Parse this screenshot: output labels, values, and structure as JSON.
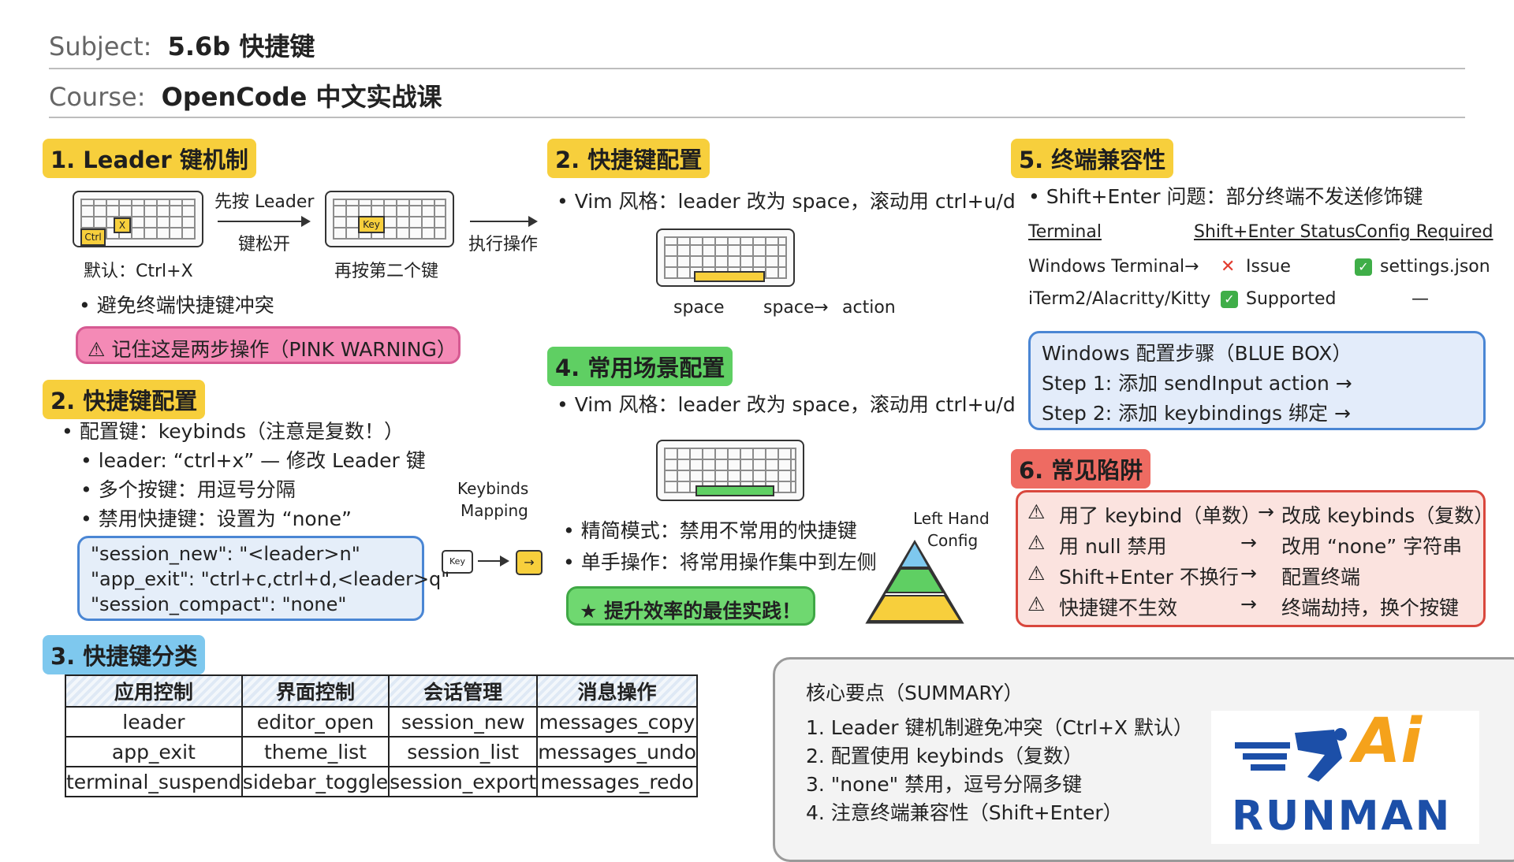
{
  "header": {
    "subject_label": "Subject:",
    "subject_value": "5.6b 快捷键",
    "course_label": "Course:",
    "course_value": "OpenCode 中文实战课"
  },
  "s1": {
    "title": "1. Leader 键机制",
    "kbd1_ctrl": "Ctrl",
    "kbd1_x": "X",
    "step1": "先按 Leader",
    "step2": "键松开",
    "kbd2_key": "Key",
    "exec": "执行操作",
    "cap1": "默认：Ctrl+X",
    "cap2": "再按第二个键",
    "bullet": "• 避免终端快捷键冲突",
    "warning": "⚠ 记住这是两步操作（PINK WARNING）"
  },
  "s2a": {
    "title": "2. 快捷键配置",
    "b1": "• 配置键：keybinds（注意是复数！）",
    "b2": "• leader: “ctrl+x” — 修改 Leader 键",
    "b3": "• 多个按键：用逗号分隔",
    "b4": "• 禁用快捷键：设置为 “none”",
    "mapping1": "Keybinds",
    "mapping2": "Mapping",
    "key": "Key",
    "code1": "\"session_new\": \"<leader>n\"",
    "code2": "\"app_exit\": \"ctrl+c,ctrl+d,<leader>q\"",
    "code3": "\"session_compact\": \"none\""
  },
  "s3": {
    "title": "3. 快捷键分类",
    "headers": [
      "应用控制",
      "界面控制",
      "会话管理",
      "消息操作"
    ],
    "rows": [
      [
        "leader",
        "editor_open",
        "session_new",
        "messages_copy"
      ],
      [
        "app_exit",
        "theme_list",
        "session_list",
        "messages_undo"
      ],
      [
        "terminal_suspend",
        "sidebar_toggle",
        "session_export",
        "messages_redo"
      ]
    ]
  },
  "s2b": {
    "title": "2. 快捷键配置",
    "bullet": "• Vim 风格：leader 改为 space，滚动用 ctrl+u/d",
    "flow_space": "space",
    "flow_space2": "space",
    "flow_arrow": "→",
    "flow_action": "action"
  },
  "s4": {
    "title": "4. 常用场景配置",
    "bullet": "• Vim 风格：leader 改为 space，滚动用 ctrl+u/d",
    "b2": "• 精简模式：禁用不常用的快捷键",
    "b3": "• 单手操作：将常用操作集中到左侧",
    "lh1": "Left Hand",
    "lh2": "Config",
    "best": "★ 提升效率的最佳实践！"
  },
  "s5": {
    "title": "5. 终端兼容性",
    "bullet": "• Shift+Enter 问题：部分终端不发送修饰键",
    "col1": "Terminal",
    "col2": "Shift+Enter Status",
    "col3": "Config Required",
    "r1c1": "Windows Terminal",
    "r1c2": "Issue",
    "r1c3": "settings.json",
    "r2c1": "iTerm2/Alacritty/Kitty",
    "r2c2": "Supported",
    "r2c3": "—",
    "box1": "Windows 配置步骤（BLUE BOX）",
    "box2": "Step 1: 添加 sendInput action →",
    "box3": "Step 2: 添加 keybindings 绑定 →"
  },
  "s6": {
    "title": "6. 常见陷阱",
    "items": [
      {
        "left": "用了 keybind（单数）",
        "arrow": "→",
        "right": "改成 keybinds（复数）"
      },
      {
        "left": "用 null 禁用",
        "arrow": "→",
        "right": "改用 “none” 字符串"
      },
      {
        "left": "Shift+Enter 不换行",
        "arrow": "→",
        "right": "配置终端"
      },
      {
        "left": "快捷键不生效",
        "arrow": "→",
        "right": "终端劫持，换个按键"
      }
    ]
  },
  "summary": {
    "title": "核心要点（SUMMARY）",
    "l1": "1. Leader 键机制避免冲突（Ctrl+X 默认）",
    "l2": "2. 配置使用 keybinds（复数）",
    "l3": "3. \"none\" 禁用，逗号分隔多键",
    "l4": "4. 注意终端兼容性（Shift+Enter）"
  },
  "logo": {
    "ai": "Ai",
    "runman": "RUNMAN"
  },
  "colors": {
    "yellow": "#f7cf3c",
    "green": "#5fcf63",
    "blue": "#7ec8ee",
    "red": "#ee6b62",
    "pink": "#f48ab6"
  }
}
